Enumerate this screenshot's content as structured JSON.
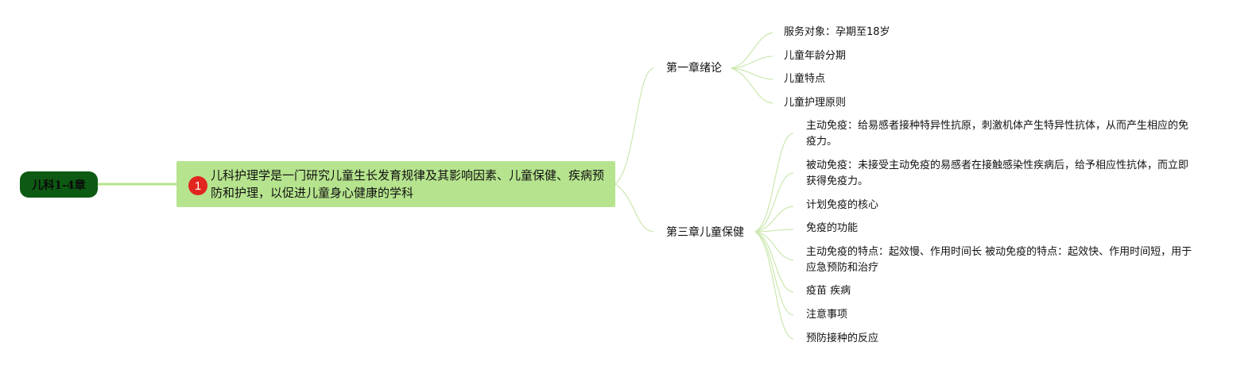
{
  "root": {
    "label": "儿科1-4章"
  },
  "main": {
    "badge": "1",
    "text": "儿科护理学是一门研究儿童生长发育规律及其影响因素、儿童保健、疾病预防和护理，以促进儿童身心健康的学科"
  },
  "chapters": [
    {
      "title": "第一章绪论",
      "items": [
        "服务对象：孕期至18岁",
        "儿童年龄分期",
        "儿童特点",
        "儿童护理原则"
      ]
    },
    {
      "title": "第三章儿童保健",
      "items": [
        "主动免疫：给易感者接种特异性抗原，刺激机体产生特异性抗体，从而产生相应的免疫力。",
        "被动免疫：未接受主动免疫的易感者在接触感染性疾病后，给予相应性抗体，而立即获得免疫力。",
        "计划免疫的核心",
        "免疫的功能",
        "主动免疫的特点：起效慢、作用时间长 被动免疫的特点：起效快、作用时间短，用于应急预防和治疗",
        "疫苗 疾病",
        "注意事项",
        "预防接种的反应"
      ]
    }
  ],
  "colors": {
    "root_fill": "#0d5a12",
    "main_fill": "#b6e48e",
    "trunk_line": "#b6e48e",
    "branch_line": "#cbe8b0",
    "badge_fill": "#e0261e"
  }
}
